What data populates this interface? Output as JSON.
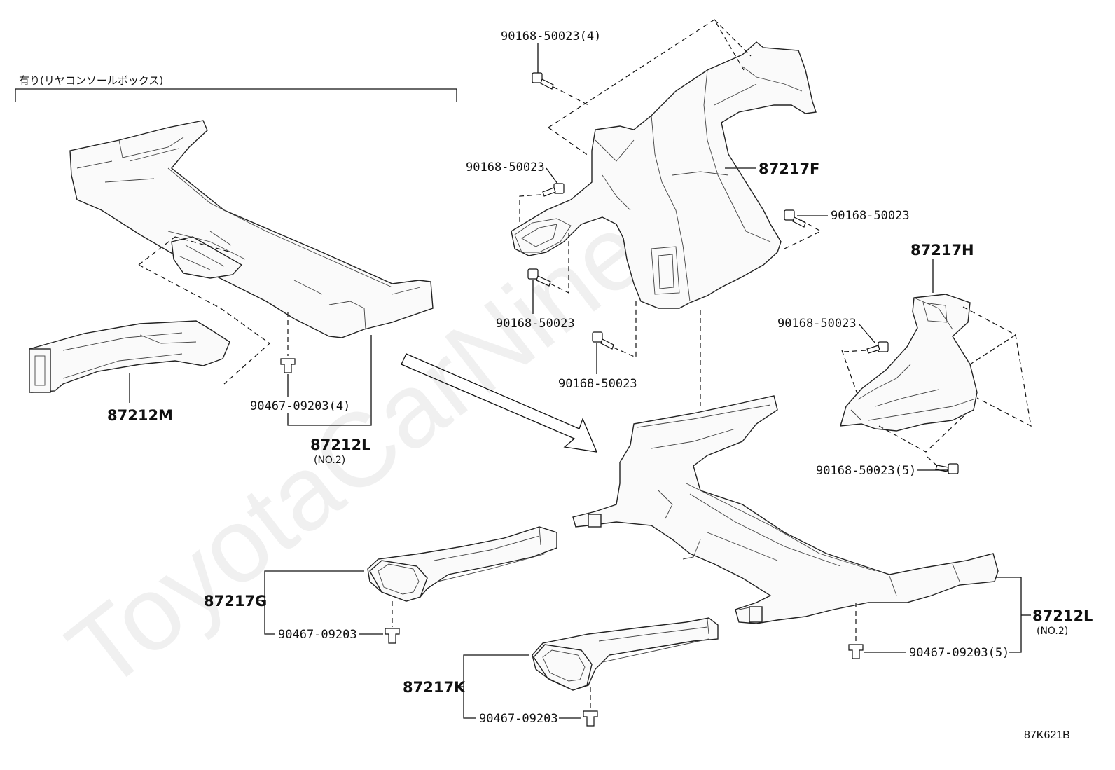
{
  "watermark": "ToyotaCarNine.ru",
  "header_note": "有り(リヤコンソールボックス)",
  "diagram_code": "87K621B",
  "labels": {
    "bolt_top": "90168-50023(4)",
    "bolt_left_upper": "90168-50023",
    "bolt_right_f": "90168-50023",
    "bolt_left_lower": "90168-50023",
    "bolt_bottom_center": "90168-50023",
    "bolt_h_upper": "90168-50023",
    "bolt_h_lower": "90168-50023(5)",
    "part_87217F": "87217F",
    "part_87217H": "87217H",
    "part_87212M": "87212M",
    "clip_left_4": "90467-09203(4)",
    "part_87212L_left": "87212L",
    "no2_left": "(NO.2)",
    "part_87217G": "87217G",
    "clip_g": "90467-09203",
    "part_87217K": "87217K",
    "clip_k": "90467-09203",
    "part_87212L_right": "87212L",
    "no2_right": "(NO.2)",
    "clip_right_5": "90467-09203(5)"
  }
}
